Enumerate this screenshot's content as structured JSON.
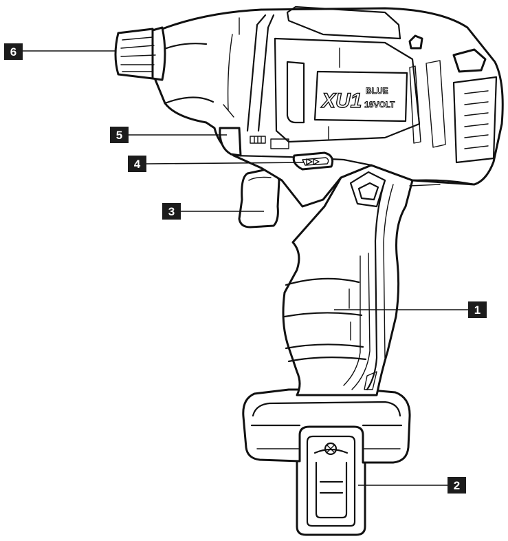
{
  "callouts": [
    {
      "id": "6",
      "label": "6"
    },
    {
      "id": "5",
      "label": "5"
    },
    {
      "id": "4",
      "label": "4"
    },
    {
      "id": "3",
      "label": "3"
    },
    {
      "id": "1",
      "label": "1"
    },
    {
      "id": "2",
      "label": "2"
    }
  ],
  "logo": {
    "main": "XU1",
    "line1": "BLUE",
    "line2": "18VOLT"
  },
  "colors": {
    "ink": "#111111",
    "callout_fill": "#1c1c1c",
    "callout_text": "#ffffff",
    "background": "#ffffff"
  }
}
